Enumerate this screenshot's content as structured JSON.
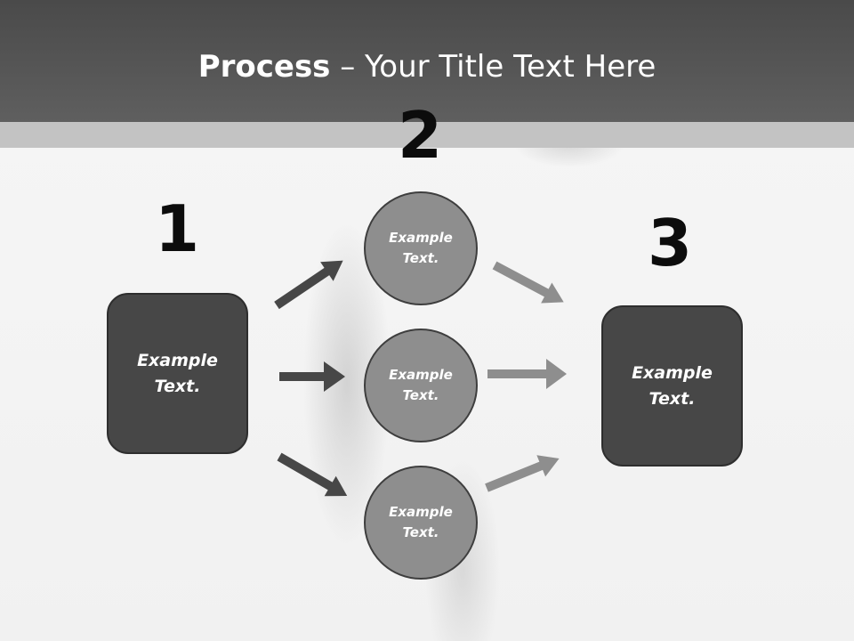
{
  "title": {
    "bold": "Process",
    "rest": " – Your Title Text Here"
  },
  "steps": {
    "one": "1",
    "two": "2",
    "three": "3"
  },
  "left_box": {
    "text": "Example\nText."
  },
  "circles": [
    {
      "text": "Example\nText."
    },
    {
      "text": "Example\nText."
    },
    {
      "text": "Example\nText."
    }
  ],
  "right_box": {
    "text": "Example\nText."
  },
  "colors": {
    "header": "#555555",
    "box": "#474747",
    "circle": "#8e8e8e",
    "dark_arrow": "#474747",
    "light_arrow": "#8e8e8e"
  }
}
